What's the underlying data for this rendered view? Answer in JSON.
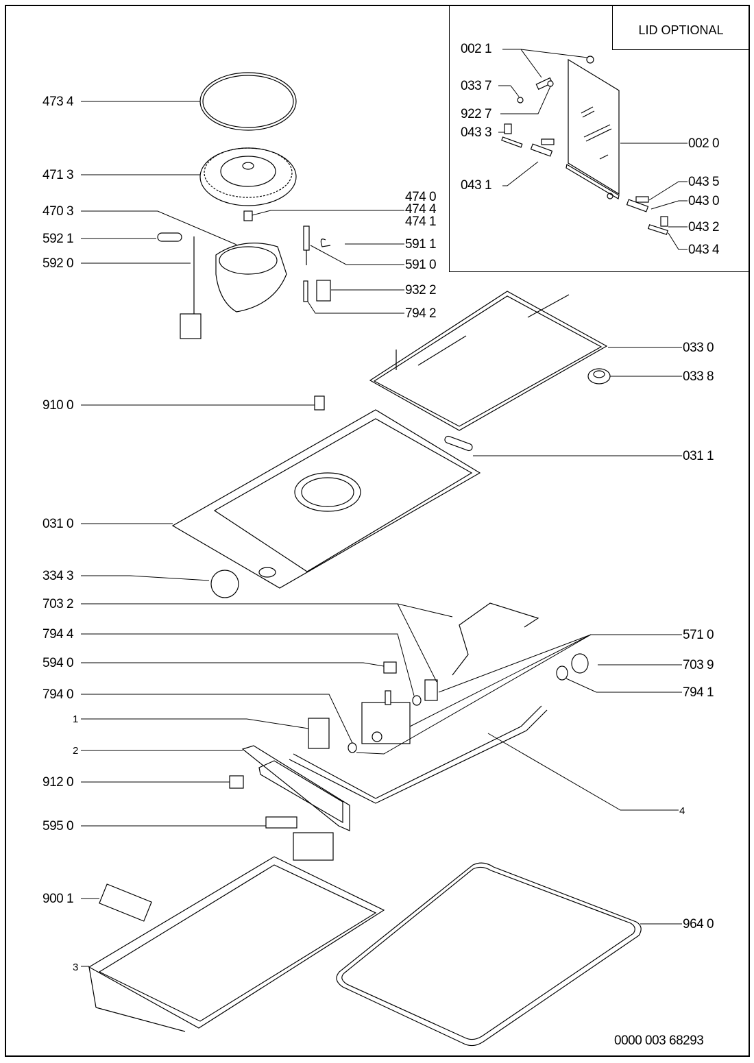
{
  "diagram": {
    "type": "exploded parts diagram",
    "subject": "single gas burner hob",
    "lid_panel_title": "LID OPTIONAL",
    "document_number": "0000 003 68293"
  },
  "labels": {
    "p0021": "002 1",
    "p0337": "033 7",
    "p9227": "922 7",
    "p0433": "043 3",
    "p0431": "043 1",
    "p0020": "002 0",
    "p0435": "043 5",
    "p0430": "043 0",
    "p0432": "043 2",
    "p0434": "043 4",
    "p4734": "473 4",
    "p4713": "471 3",
    "p4703": "470 3",
    "p4740": "474 0",
    "p4744": "474 4",
    "p4741": "474 1",
    "p5921": "592 1",
    "p5920": "592 0",
    "p5911": "591 1",
    "p5910": "591 0",
    "p9322": "932 2",
    "p7942": "794 2",
    "p0330": "033 0",
    "p0338": "033 8",
    "p9100": "910 0",
    "p0311": "031 1",
    "p0310": "031 0",
    "p3343": "334 3",
    "p7032": "703 2",
    "p5710": "571 0",
    "p7944": "794 4",
    "p7039": "703 9",
    "p5940": "594 0",
    "p7941": "794 1",
    "p7940": "794 0",
    "p1": "1",
    "p2": "2",
    "p9120": "912 0",
    "p4": "4",
    "p5950": "595 0",
    "p9001": "900 1",
    "p9640": "964 0",
    "p3": "3"
  }
}
